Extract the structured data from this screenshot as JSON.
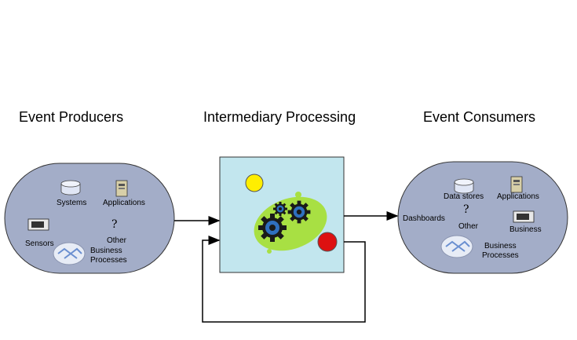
{
  "headings": {
    "producers": "Event Producers",
    "processing": "Intermediary Processing",
    "consumers": "Event Consumers"
  },
  "producers": {
    "systems": "Systems",
    "applications": "Applications",
    "sensors": "Sensors",
    "other_mark": "?",
    "other": "Other",
    "business": "Business",
    "processes": "Processes"
  },
  "consumers": {
    "data_stores": "Data stores",
    "applications": "Applications",
    "dashboards": "Dashboards",
    "other_mark": "?",
    "other": "Other",
    "business": "Business",
    "business2": "Business",
    "processes": "Processes"
  },
  "colors": {
    "pill_fill": "#a3adc8",
    "processing_fill": "#c2e6ee",
    "blob": "#a8e043",
    "gear": "#2f6fbf",
    "yellow": "#ffee00",
    "red": "#dd1111"
  },
  "icons": [
    "database-icon",
    "computer-tower-icon",
    "server-icon",
    "question-mark-icon",
    "business-process-icon",
    "gears-icon"
  ]
}
